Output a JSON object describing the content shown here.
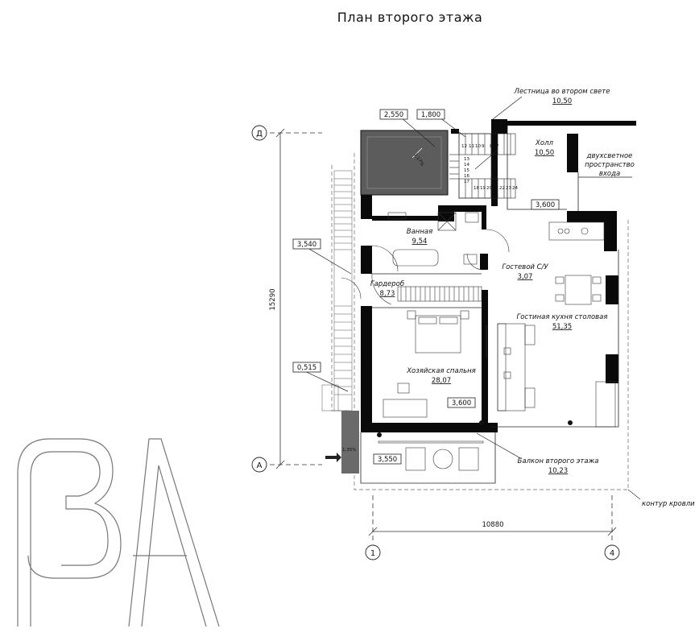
{
  "title": "План второго этажа",
  "rooms": [
    {
      "name": "Лестница во втором свете",
      "area": "10,50"
    },
    {
      "name": "Холл",
      "area": "10,50"
    },
    {
      "name_line1": "двухсветное",
      "name_line2": "пространство",
      "name_line3": "входа"
    },
    {
      "name": "Ванная",
      "area": "9,54"
    },
    {
      "name": "Гостевой С/У",
      "area": "3,07"
    },
    {
      "name": "Гардероб",
      "area": "8,73"
    },
    {
      "name": "Гостиная кухня столовая",
      "area": "51,35"
    },
    {
      "name": "Хозяйская спальня",
      "area": "28,07"
    },
    {
      "name": "Балкон второго этажа",
      "area": "10,23"
    }
  ],
  "dimensions": {
    "d1": "2,550",
    "d2": "1,800",
    "d3": "3,600",
    "d4": "3,540",
    "d5": "0,515",
    "d6": "3,600",
    "d7": "3,550",
    "vertical": "15290",
    "horizontal": "10880"
  },
  "slopes": {
    "roof": "2,17%",
    "side": "1,35%"
  },
  "roof_outline_label": "контур кровли",
  "axes": {
    "row_top": "Д",
    "row_bottom": "А",
    "col_left": "1",
    "col_right": "4"
  },
  "stair_steps": [
    "12",
    "11",
    "10",
    "9",
    "8",
    "7",
    "13",
    "14",
    "15",
    "16",
    "17",
    "18",
    "19",
    "20",
    "21",
    "22",
    "23",
    "24"
  ],
  "colors": {
    "wall": "#0a0a0a",
    "roof": "#5a5a5a",
    "line": "#222222"
  }
}
